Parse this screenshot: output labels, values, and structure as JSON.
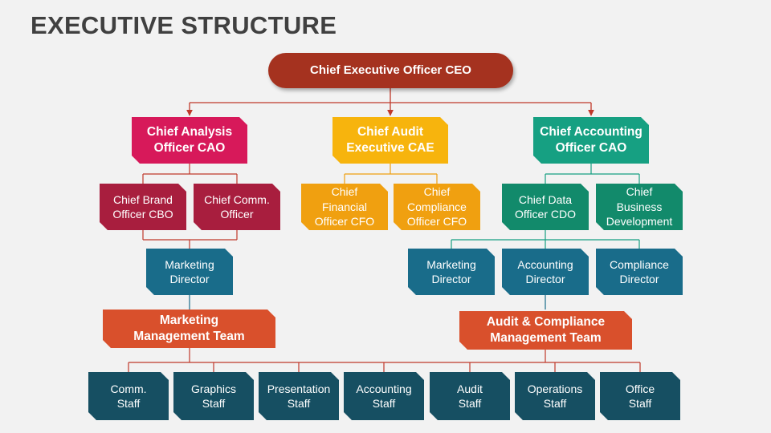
{
  "title": "EXECUTIVE STRUCTURE",
  "colors": {
    "ceo": "#a5321f",
    "analysis": "#d7195a",
    "analysis_sub": "#a81e3e",
    "audit": "#f7b40d",
    "audit_sub": "#f0a010",
    "accounting": "#16a082",
    "accounting_sub": "#128a6b",
    "director": "#196c8a",
    "team": "#d9502c",
    "staff": "#164f62",
    "line_red": "#c0392b",
    "line_yellow": "#f0a010",
    "line_green": "#16a082",
    "line_teal": "#196c8a"
  },
  "nodes": {
    "ceo": "Chief Executive Officer CEO",
    "cao_analysis": "Chief Analysis\nOfficer CAO",
    "cae": "Chief Audit\nExecutive CAE",
    "cao_accounting": "Chief Accounting\nOfficer CAO",
    "cbo": "Chief Brand\nOfficer CBO",
    "comm_officer": "Chief Comm.\nOfficer",
    "cfo_financial": "Chief\nFinancial\nOfficer CFO",
    "cfo_compliance": "Chief\nCompliance\nOfficer CFO",
    "cdo": "Chief Data\nOfficer CDO",
    "business_dev": "Chief\nBusiness\nDevelopment",
    "marketing_director_left": "Marketing\nDirector",
    "marketing_director_right": "Marketing\nDirector",
    "accounting_director": "Accounting\nDirector",
    "compliance_director": "Compliance\nDirector",
    "marketing_team": "Marketing\nManagement Team",
    "audit_team": "Audit & Compliance\nManagement Team",
    "staff": [
      "Comm.\nStaff",
      "Graphics\nStaff",
      "Presentation\nStaff",
      "Accounting\nStaff",
      "Audit\nStaff",
      "Operations\nStaff",
      "Office\nStaff"
    ]
  }
}
